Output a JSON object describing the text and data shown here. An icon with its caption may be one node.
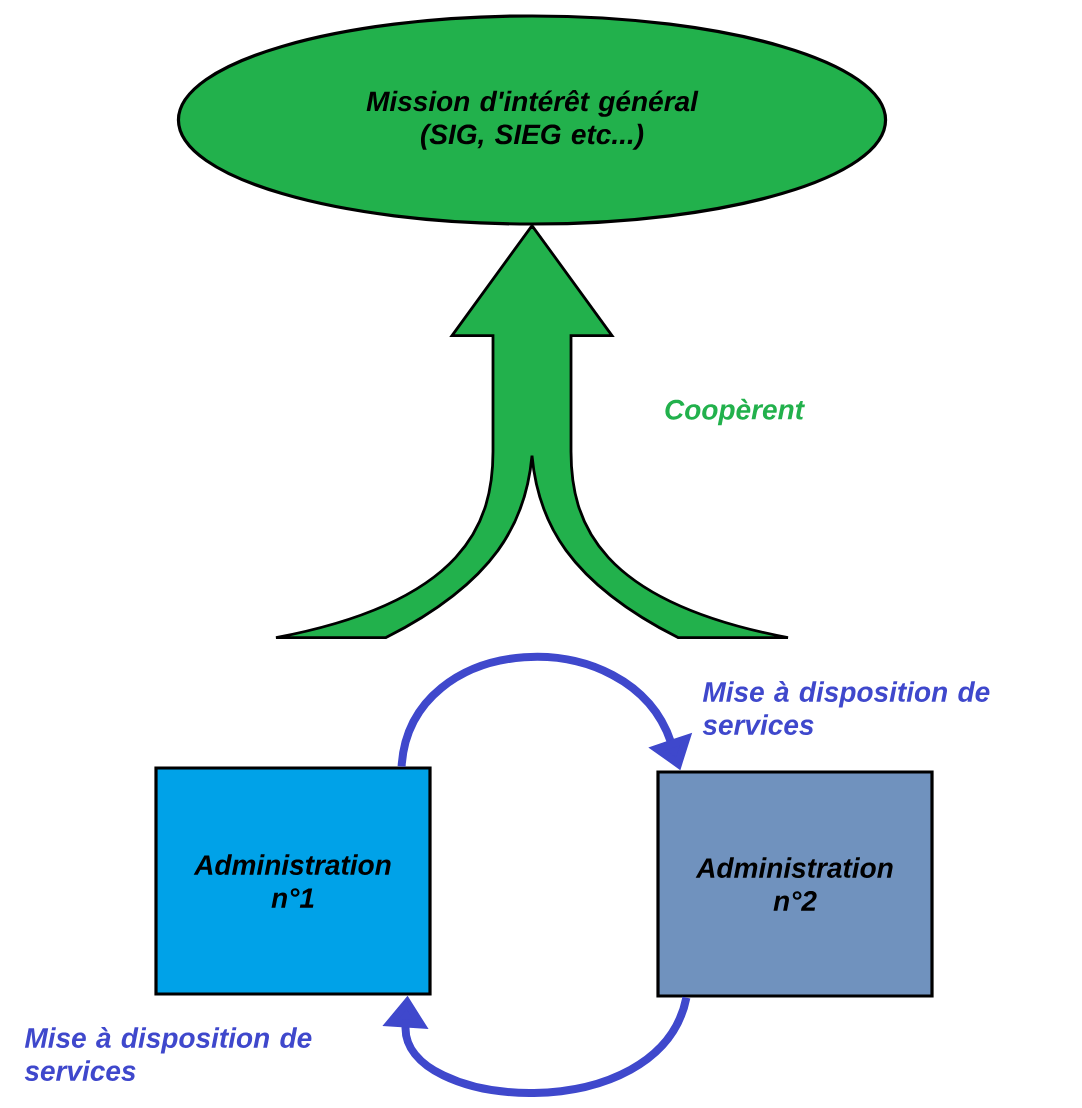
{
  "diagram": {
    "nodes": [
      {
        "text": [
          "Mission d'intérêt général (SIG, SIEG etc...)"
        ]
      },
      {
        "text": [
          "Administration n°1"
        ]
      },
      {
        "text": [
          "Administration n°2"
        ]
      }
    ],
    "edges": [
      {
        "from": null,
        "to": 0,
        "arrow": "to",
        "color": "#22b14c"
      },
      {
        "from": null,
        "to": 0,
        "arrow": "to",
        "color": "#22b14c",
        "label": "Coopèrent"
      },
      {
        "from": 1,
        "to": 2,
        "arrow": "to",
        "color": "#3f48cc",
        "label": "Mise à disposition de services"
      },
      {
        "from": 2,
        "to": 1,
        "arrow": "to",
        "color": "#3f48cc",
        "label": "Mise à disposition de services"
      }
    ]
  }
}
